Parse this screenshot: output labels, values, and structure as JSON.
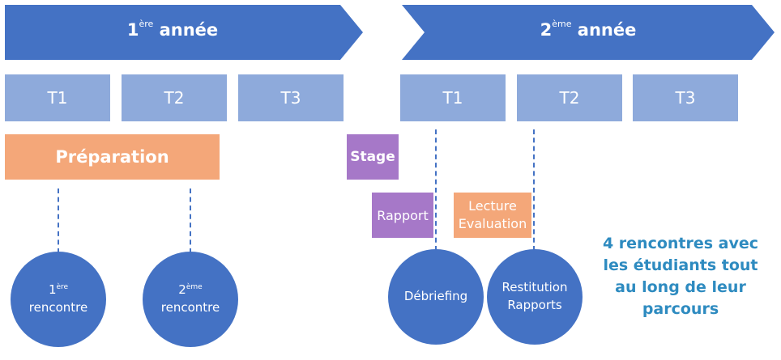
{
  "years": [
    {
      "label": "1",
      "sup": "ère",
      "suffix": " année"
    },
    {
      "label": "2",
      "sup": "ème",
      "suffix": " année"
    }
  ],
  "terms": [
    "T1",
    "T2",
    "T3",
    "T1",
    "T2",
    "T3"
  ],
  "preparation": "Préparation",
  "stage": "Stage",
  "rapport": "Rapport",
  "lecture_evaluation": [
    "Lecture",
    "Evaluation"
  ],
  "meetings": [
    {
      "line1_num": "1",
      "line1_sup": "ère",
      "line2": "rencontre"
    },
    {
      "line1_num": "2",
      "line1_sup": "ème",
      "line2": "rencontre"
    },
    {
      "line1": "Débriefing"
    },
    {
      "line1": "Restitution",
      "line2": "Rapports"
    }
  ],
  "note": "4 rencontres avec les étudiants tout au long de leur parcours",
  "colors": {
    "arrow": "#4472c4",
    "term": "#8eaadb",
    "preparation": "#f4a779",
    "stage": "#a678c8",
    "lecture": "#f4a779",
    "note": "#2e8bc0"
  }
}
